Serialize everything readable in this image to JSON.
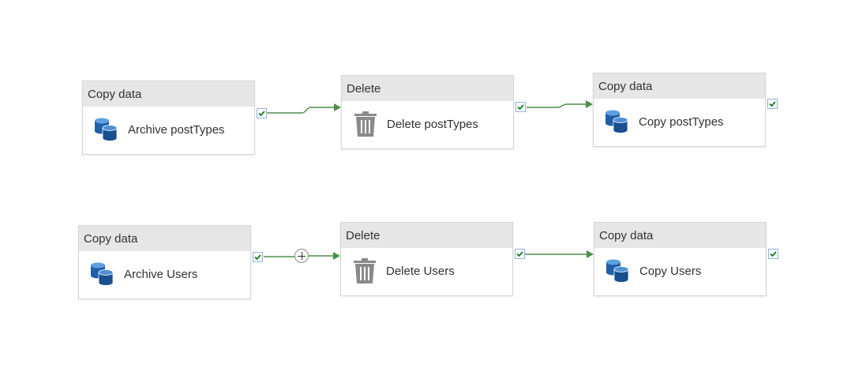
{
  "colors": {
    "connector": "#4a8f4a",
    "header_bg": "#e6e6e6",
    "check_border": "#8fb3d9",
    "check_mark": "#107c10",
    "db_icon": "#1f5fa8",
    "trash_icon": "#8a8a8a"
  },
  "pipeline": {
    "row1": {
      "archive": {
        "type": "Copy data",
        "name": "Archive postTypes",
        "icon": "database-icon"
      },
      "delete": {
        "type": "Delete",
        "name": "Delete postTypes",
        "icon": "trash-icon"
      },
      "copy": {
        "type": "Copy data",
        "name": "Copy postTypes",
        "icon": "database-icon"
      }
    },
    "row2": {
      "archive": {
        "type": "Copy data",
        "name": "Archive Users",
        "icon": "database-icon"
      },
      "delete": {
        "type": "Delete",
        "name": "Delete Users",
        "icon": "trash-icon"
      },
      "copy": {
        "type": "Copy data",
        "name": "Copy Users",
        "icon": "database-icon"
      }
    },
    "connectors": [
      {
        "from": "Archive postTypes",
        "to": "Delete postTypes",
        "condition": "success"
      },
      {
        "from": "Delete postTypes",
        "to": "Copy postTypes",
        "condition": "success"
      },
      {
        "from": "Archive Users",
        "to": "Delete Users",
        "condition": "success"
      },
      {
        "from": "Delete Users",
        "to": "Copy Users",
        "condition": "success"
      }
    ]
  }
}
